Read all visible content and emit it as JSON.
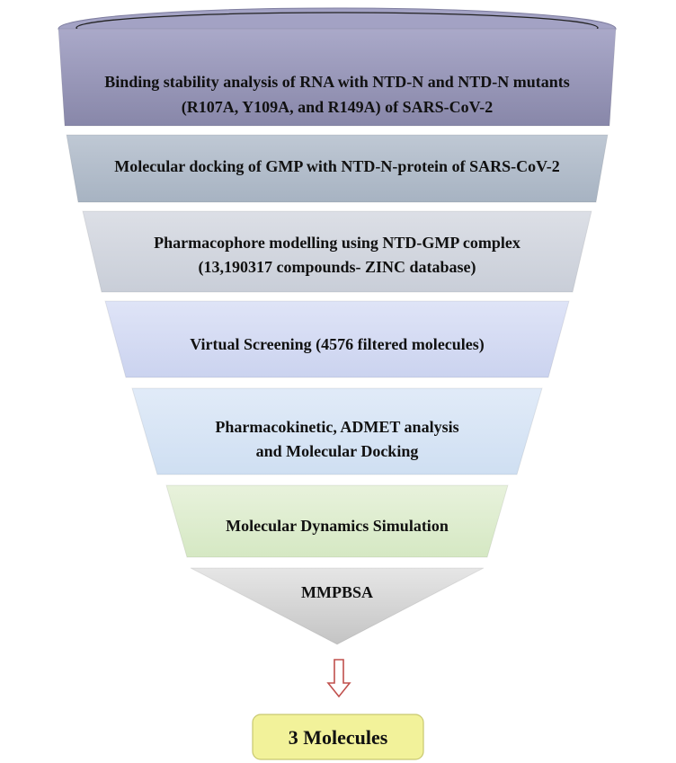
{
  "funnel": {
    "stages": [
      {
        "lines": [
          "Binding stability analysis of RNA with NTD-N and NTD-N mutants",
          "(R107A, Y109A, and R149A) of  SARS-CoV-2"
        ],
        "color_top": "#aaa9c9",
        "color_bottom": "#8887a9"
      },
      {
        "lines": [
          "Molecular docking of GMP with NTD-N-protein of  SARS-CoV-2"
        ],
        "color_top": "#bfc8d4",
        "color_bottom": "#a7b3c2"
      },
      {
        "lines": [
          "Pharmacophore modelling using NTD-GMP complex",
          "(13,190317 compounds- ZINC database)"
        ],
        "color_top": "#dcdfe6",
        "color_bottom": "#c9ced8"
      },
      {
        "lines": [
          "Virtual Screening (4576 filtered molecules)"
        ],
        "color_top": "#dfe4f7",
        "color_bottom": "#cbd3ef"
      },
      {
        "lines": [
          "Pharmacokinetic, ADMET analysis",
          "and Molecular Docking"
        ],
        "color_top": "#e1ebf8",
        "color_bottom": "#cfdff2"
      },
      {
        "lines": [
          "Molecular Dynamics Simulation"
        ],
        "color_top": "#e8f2dc",
        "color_bottom": "#d5e8c3"
      },
      {
        "lines": [
          "MMPBSA"
        ],
        "color_top": "#e6e6e6",
        "color_bottom": "#c4c4c4"
      }
    ]
  },
  "arrow": {
    "color": "#c0504d",
    "fill": "#ffffff"
  },
  "result": {
    "label": "3 Molecules",
    "fill": "#f2f29a",
    "stroke": "#c8c870"
  }
}
